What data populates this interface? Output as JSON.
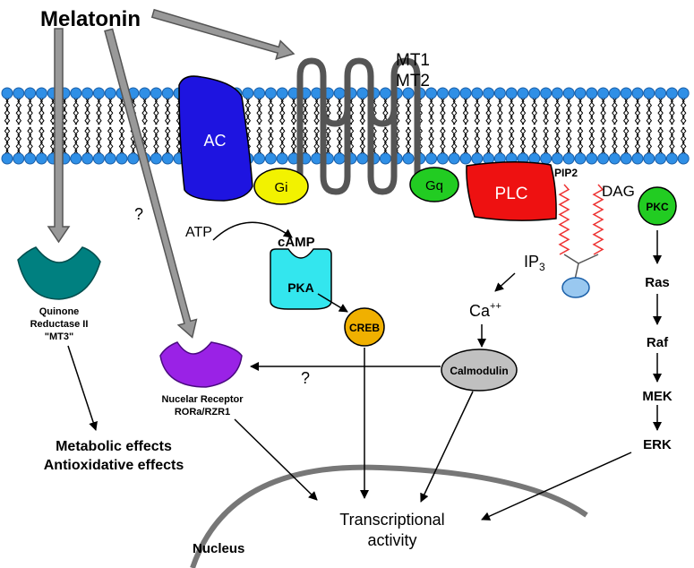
{
  "labels": {
    "melatonin": "Melatonin",
    "mt1": "MT1",
    "mt2": "MT2",
    "ac": "AC",
    "gi": "Gi",
    "gq": "Gq",
    "plc": "PLC",
    "pip2": "PIP2",
    "dag": "DAG",
    "pkc": "PKC",
    "atp": "ATP",
    "camp": "cAMP",
    "pka": "PKA",
    "creb": "CREB",
    "ip3_main": "IP",
    "ip3_sub": "3",
    "ca_main": "Ca",
    "ca_sup": "++",
    "calmodulin": "Calmodulin",
    "ras": "Ras",
    "raf": "Raf",
    "mek": "MEK",
    "erk": "ERK",
    "question_1": "?",
    "question_2": "?",
    "quinone_line1": "Quinone",
    "quinone_line2": "Reductase II",
    "quinone_line3": "\"MT3\"",
    "nuclear_line1": "Nucelar Receptor",
    "nuclear_line2": "RORa/RZR1",
    "metabolic": "Metabolic effects",
    "antioxidative": "Antioxidative effects",
    "transcriptional_line1": "Transcriptional",
    "transcriptional_line2": "activity",
    "nucleus": "Nucleus"
  },
  "colors": {
    "membrane_head": "#2f8fe6",
    "membrane_head_edge": "#1a5fa8",
    "receptor": "#555555",
    "arrow_gray": "#999999",
    "ac": "#1e14e0",
    "gi": "#f2f200",
    "gq": "#22cc22",
    "plc": "#ee1111",
    "pip2_tail": "#ee3333",
    "pip2_head": "#99c8f0",
    "pkc": "#22cc22",
    "pka": "#33e6ee",
    "creb": "#f0b000",
    "calmodulin": "#c0c0c0",
    "quinone_reductase": "#008080",
    "nuclear_receptor": "#9a22e6",
    "nucleus_envelope": "#777777"
  }
}
